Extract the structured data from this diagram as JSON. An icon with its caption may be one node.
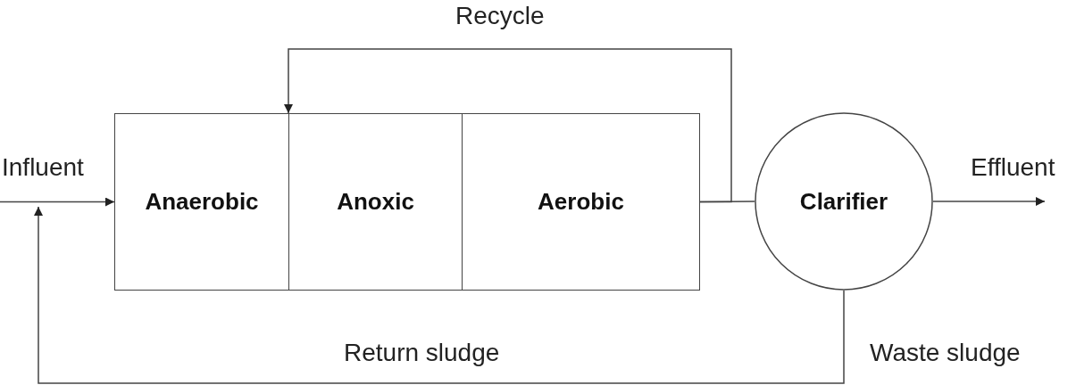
{
  "diagram": {
    "nodes": [
      {
        "text": [
          "Anaerobic"
        ]
      },
      {
        "text": [
          "Anoxic"
        ]
      },
      {
        "text": [
          "Aerobic"
        ]
      },
      {
        "text": [
          "Clarifier"
        ]
      }
    ],
    "edges": [
      {
        "from": null,
        "to": 0,
        "arrow": "to",
        "label": "Influent"
      },
      {
        "from": 2,
        "to": 3,
        "arrow": "none"
      },
      {
        "from": 2,
        "to": 1,
        "arrow": "to",
        "label": "Recycle"
      },
      {
        "from": 3,
        "to": null,
        "arrow": "to",
        "label": "Effluent"
      },
      {
        "from": 3,
        "to": null,
        "arrow": "to",
        "label": "Return sludge"
      }
    ],
    "labels": [
      "Waste sludge"
    ]
  }
}
